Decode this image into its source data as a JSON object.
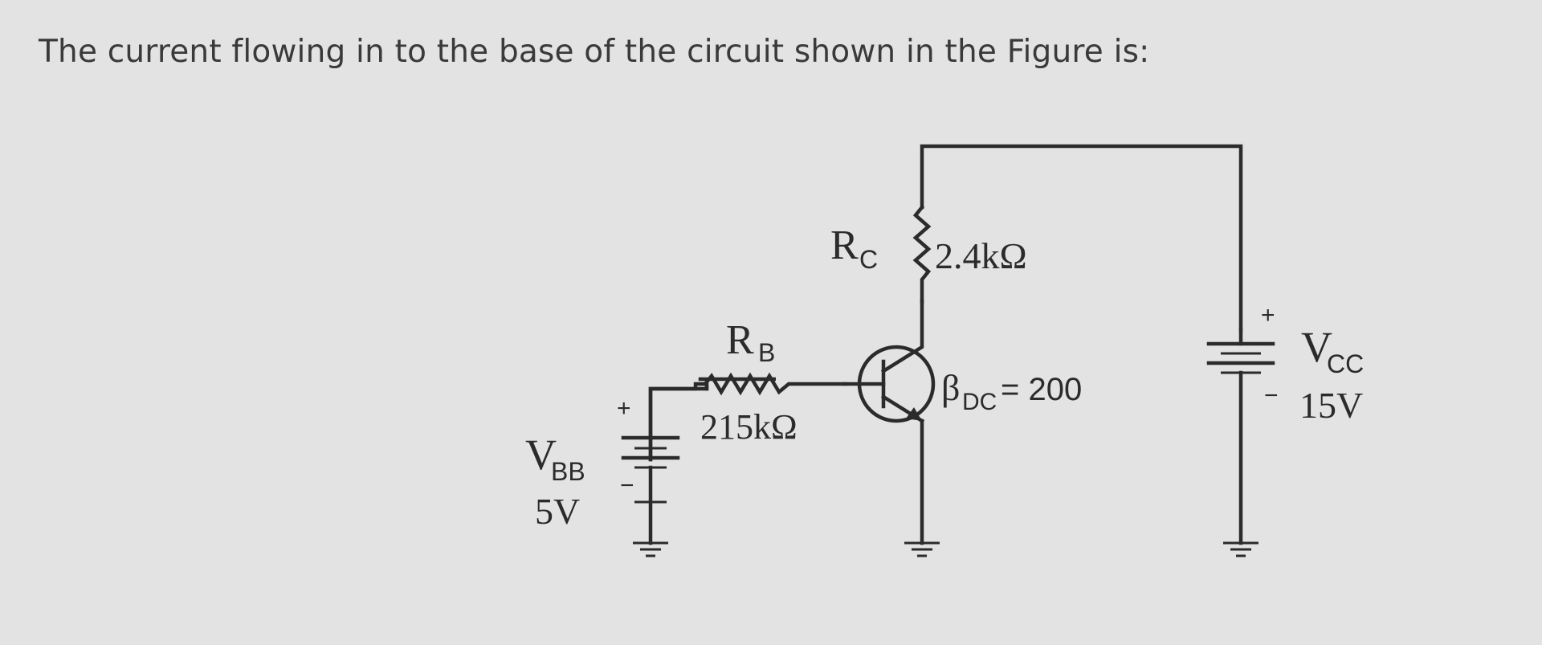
{
  "question": {
    "text": "The current flowing in to the base of the circuit shown in the Figure is:"
  },
  "circuit": {
    "rc": {
      "symbol": "R",
      "subscript": "C",
      "value": "2.4kΩ"
    },
    "rb": {
      "symbol": "R",
      "subscript": "B",
      "value": "215kΩ"
    },
    "beta": {
      "symbol": "β",
      "subscript": "DC",
      "value": "= 200"
    },
    "vbb": {
      "symbol": "V",
      "subscript": "BB",
      "value": "5V",
      "plus": "+",
      "minus": "−"
    },
    "vcc": {
      "symbol": "V",
      "subscript": "CC",
      "value": "15V",
      "plus": "+",
      "minus": "−"
    }
  }
}
